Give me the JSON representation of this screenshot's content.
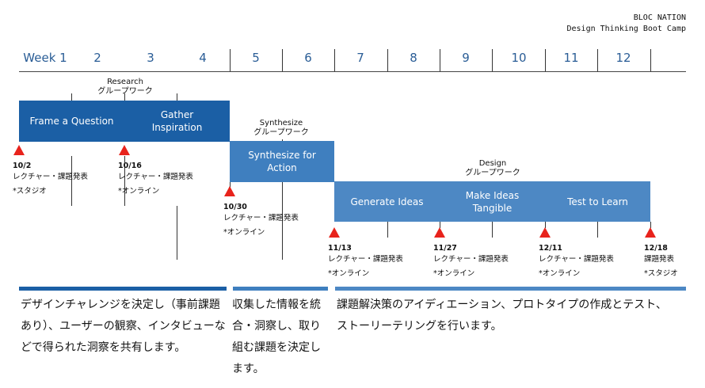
{
  "org": {
    "name": "BLOC NATION",
    "program": "Design Thinking Boot Camp"
  },
  "weeks": [
    "Week 1",
    "2",
    "3",
    "4",
    "5",
    "6",
    "7",
    "8",
    "9",
    "10",
    "11",
    "12"
  ],
  "phases": {
    "research": {
      "title": "Research",
      "sub": "グループワーク"
    },
    "synthesize": {
      "title": "Synthesize",
      "sub": "グループワーク"
    },
    "design": {
      "title": "Design",
      "sub": "グループワーク"
    }
  },
  "bars": {
    "frame": "Frame a Question",
    "gather": "Gather\nInspiration",
    "synthesize": "Synthesize for\nAction",
    "generate": "Generate Ideas",
    "tangible": "Make Ideas\nTangible",
    "test": "Test to Learn"
  },
  "events": [
    {
      "date": "10/2",
      "desc": "レクチャー・課題発表",
      "place": "*スタジオ"
    },
    {
      "date": "10/16",
      "desc": "レクチャー・課題発表",
      "place": "*オンライン"
    },
    {
      "date": "10/30",
      "desc": "レクチャー・課題発表",
      "place": "*オンライン"
    },
    {
      "date": "11/13",
      "desc": "レクチャー・課題発表",
      "place": "*オンライン"
    },
    {
      "date": "11/27",
      "desc": "レクチャー・課題発表",
      "place": "*オンライン"
    },
    {
      "date": "12/11",
      "desc": "レクチャー・課題発表",
      "place": "*オンライン"
    },
    {
      "date": "12/18",
      "desc": "課題発表",
      "place": "*スタジオ"
    }
  ],
  "descriptions": {
    "research": "デザインチャレンジを決定し（事前課題あり）、ユーザーの観察、インタビューなどで得られた洞察を共有します。",
    "synthesize": "収集した情報を統合・洞察し、取り組む課題を決定します。",
    "design": "課題解決策のアイディエーション、プロトタイプの作成とテスト、ストーリーテリングを行います。"
  },
  "colors": {
    "dark_blue": "#1b5fa5",
    "mid_blue": "#3f7fbf",
    "light_blue": "#4d88c4",
    "marker_red": "#e8231c"
  }
}
